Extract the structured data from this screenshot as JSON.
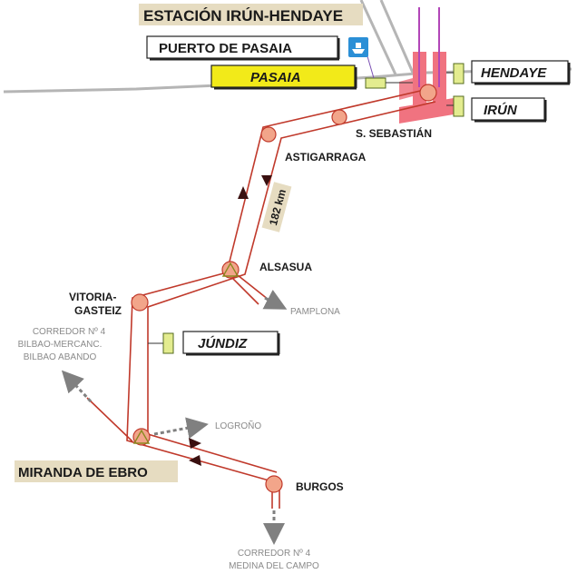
{
  "header": {
    "title": "ESTACIÓN IRÚN-HENDAYE"
  },
  "ports": {
    "puerto": "PUERTO DE PASAIA",
    "pasaia": "PASAIA"
  },
  "terminals": {
    "hendaye": "HENDAYE",
    "irun": "IRÚN",
    "jundiz": "JÚNDIZ",
    "miranda": "MIRANDA DE EBRO"
  },
  "stations": {
    "san_sebastian": "S. SEBASTIÁN",
    "astigarraga": "ASTIGARRAGA",
    "alsasua": "ALSASUA",
    "vitoria_1": "VITORIA-",
    "vitoria_2": "GASTEIZ",
    "burgos": "BURGOS"
  },
  "distance": "182 km",
  "branches": {
    "pamplona": "PAMPLONA",
    "logrono": "LOGROÑO",
    "bilbao": [
      "CORREDOR Nº 4",
      "BILBAO-MERCANC.",
      "BILBAO ABANDO"
    ],
    "medina": [
      "CORREDOR Nº 4",
      "MEDINA DEL CAMPO"
    ]
  },
  "colors": {
    "line": "#c0392b",
    "station_fill": "#f2a58a",
    "banner_bg": "#e6dcc1",
    "pasaia_yellow": "#f2ea19",
    "terminal_box": "#e3ec8f",
    "station_block": "#f07380"
  }
}
